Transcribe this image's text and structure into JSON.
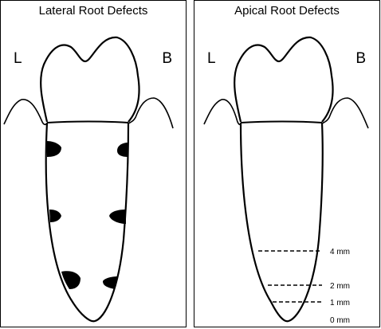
{
  "panels": [
    {
      "title": "Lateral Root Defects",
      "side_left": "L",
      "side_right": "B"
    },
    {
      "title": "Apical Root Defects",
      "side_left": "L",
      "side_right": "B",
      "depth_levels": [
        {
          "label": "4 mm"
        },
        {
          "label": "2 mm"
        },
        {
          "label": "1 mm"
        },
        {
          "label": "0 mm"
        }
      ]
    }
  ]
}
